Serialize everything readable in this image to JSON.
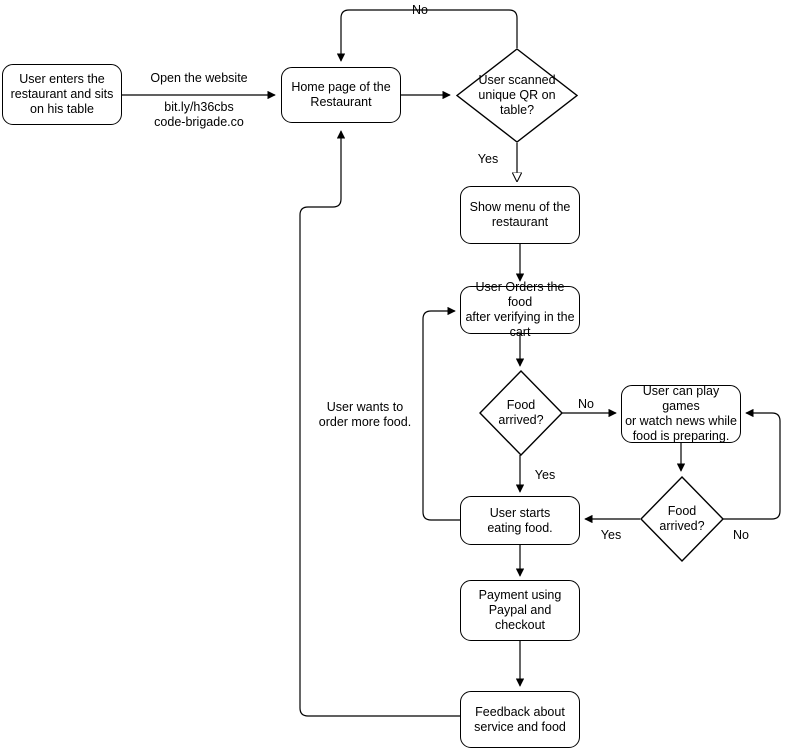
{
  "diagram": {
    "title": "Restaurant ordering flowchart",
    "colors": {
      "stroke": "#000000",
      "fill": "#ffffff",
      "text": "#000000"
    },
    "nodes": [
      {
        "id": "start",
        "shape": "process",
        "label": "User enters the\nrestaurant and sits\non his table"
      },
      {
        "id": "homepage",
        "shape": "process",
        "label": "Home page of the\nRestaurant"
      },
      {
        "id": "qr",
        "shape": "decision",
        "label": "User scanned\nunique QR on\ntable?"
      },
      {
        "id": "menu",
        "shape": "process",
        "label": "Show menu of the\nrestaurant"
      },
      {
        "id": "order",
        "shape": "process",
        "label": "User Orders the food\nafter verifying in the\ncart"
      },
      {
        "id": "arrived1",
        "shape": "decision",
        "label": "Food\narrived?"
      },
      {
        "id": "entertain",
        "shape": "process",
        "label": "User can play games\nor watch news while\nfood is preparing."
      },
      {
        "id": "arrived2",
        "shape": "decision",
        "label": "Food\narrived?"
      },
      {
        "id": "eating",
        "shape": "process",
        "label": "User starts\neating food."
      },
      {
        "id": "payment",
        "shape": "process",
        "label": "Payment using\nPaypal and\ncheckout"
      },
      {
        "id": "feedback",
        "shape": "process",
        "label": "Feedback about\nservice and food"
      }
    ],
    "edge_labels": [
      {
        "id": "open-website",
        "text": "Open the website"
      },
      {
        "id": "short-url",
        "text": "bit.ly/h36cbs\ncode-brigade.co"
      },
      {
        "id": "qr-no",
        "text": "No"
      },
      {
        "id": "qr-yes",
        "text": "Yes"
      },
      {
        "id": "arrived1-no",
        "text": "No"
      },
      {
        "id": "arrived1-yes",
        "text": "Yes"
      },
      {
        "id": "arrived2-yes",
        "text": "Yes"
      },
      {
        "id": "arrived2-no",
        "text": "No"
      },
      {
        "id": "order-more",
        "text": "User wants to\norder more food."
      }
    ]
  }
}
